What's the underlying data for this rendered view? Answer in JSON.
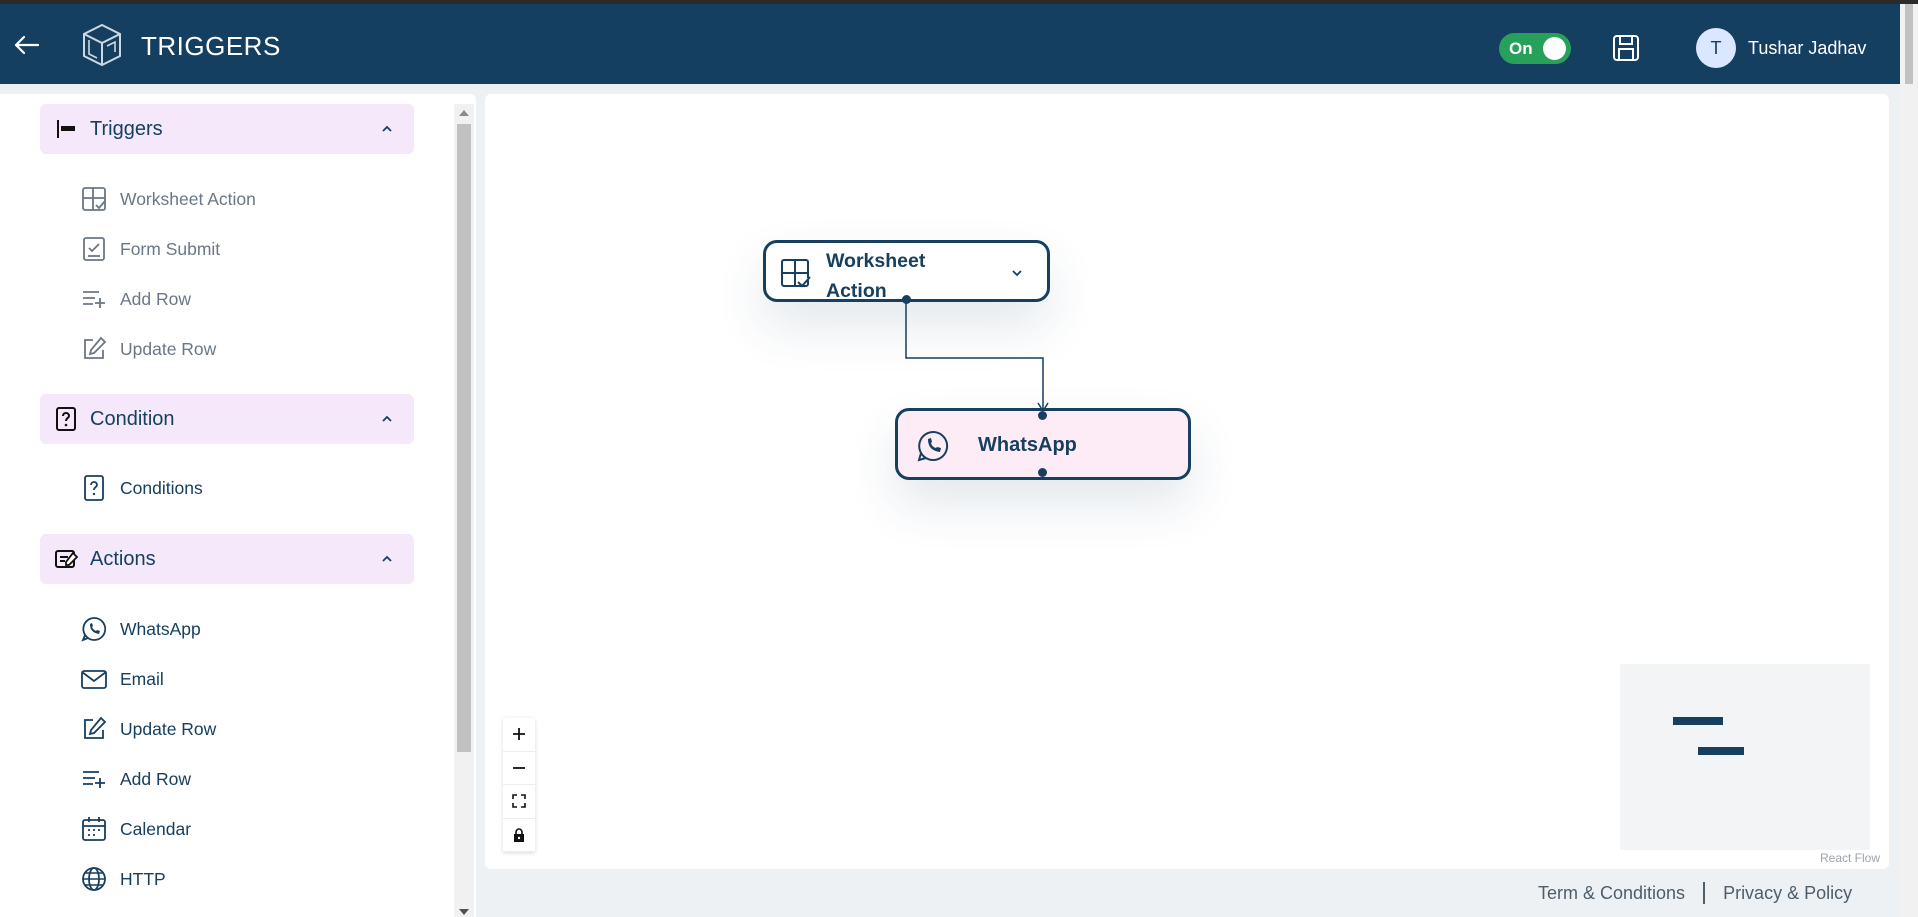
{
  "header": {
    "title": "TRIGGERS",
    "toggle_label": "On",
    "user_initial": "T",
    "user_name": "Tushar Jadhav"
  },
  "sidebar": {
    "sections": [
      {
        "label": "Triggers",
        "items": [
          "Worksheet Action",
          "Form Submit",
          "Add Row",
          "Update Row"
        ]
      },
      {
        "label": "Condition",
        "items": [
          "Conditions"
        ]
      },
      {
        "label": "Actions",
        "items": [
          "WhatsApp",
          "Email",
          "Update Row",
          "Add Row",
          "Calendar",
          "HTTP"
        ]
      }
    ]
  },
  "canvas": {
    "nodes": [
      {
        "label": "Worksheet Action",
        "icon": "worksheet-icon"
      },
      {
        "label": "WhatsApp",
        "icon": "whatsapp-icon"
      }
    ],
    "attribution": "React Flow"
  },
  "footer": {
    "terms": "Term & Conditions",
    "privacy": "Privacy & Policy"
  },
  "colors": {
    "header": "#153f61",
    "toggle_on": "#27a05a",
    "section_bg": "#f5e8fb",
    "whatsapp_node_bg": "#fdecf5"
  }
}
